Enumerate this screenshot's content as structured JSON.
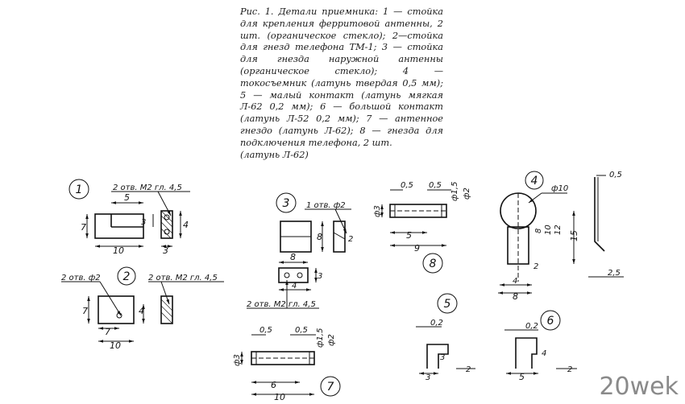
{
  "caption": {
    "text": "Рис. 1. Детали приемника: 1 — стойка для крепления ферритовой антенны, 2 шт. (органическое стекло); 2—стойка для гнезд телефона ТМ-1; 3 — стойка для гнезда наружной антенны (органическое стекло); 4 — токосъемник (латунь твердая 0,5 мм); 5 — малый контакт (латунь мягкая Л-62 0,2 мм); 6 — большой контакт (латунь Л-52 0,2 мм); 7 — антенное гнездо (латунь Л-62); 8 — гнезда для подключения телефона, 2 шт.",
    "last_line": "(латунь Л-62)"
  },
  "parts": {
    "p1": {
      "num": "1",
      "note": "2 отв. М2 гл. 4,5",
      "dims": [
        "5",
        "7",
        "10",
        "3",
        "4",
        "3"
      ]
    },
    "p2": {
      "num": "2",
      "note1": "2 отв. ф2",
      "note2": "2 отв. М2 гл. 4,5",
      "dims": [
        "7",
        "4",
        "7",
        "10"
      ]
    },
    "p3": {
      "num": "3",
      "note1": "1 отв. ф2",
      "note2": "2 отв. М2 гл. 4,5",
      "dims": [
        "8",
        "2",
        "8",
        "3",
        "4"
      ]
    },
    "p4": {
      "num": "4",
      "dims": [
        "ф10",
        "8",
        "10",
        "12",
        "15",
        "2",
        "4",
        "8",
        "0,5",
        "2,5"
      ]
    },
    "p5": {
      "num": "5",
      "dims": [
        "0,2",
        "3",
        "3",
        "2"
      ]
    },
    "p6": {
      "num": "6",
      "dims": [
        "0,2",
        "4",
        "5",
        "2"
      ]
    },
    "p7": {
      "num": "7",
      "dims": [
        "0,5",
        "0,5",
        "ф3",
        "ф1,5",
        "ф2",
        "6",
        "10"
      ]
    },
    "p8": {
      "num": "8",
      "dims": [
        "0,5",
        "0,5",
        "ф3",
        "ф1,5",
        "ф2",
        "5",
        "9"
      ]
    }
  },
  "watermark": "20wek"
}
